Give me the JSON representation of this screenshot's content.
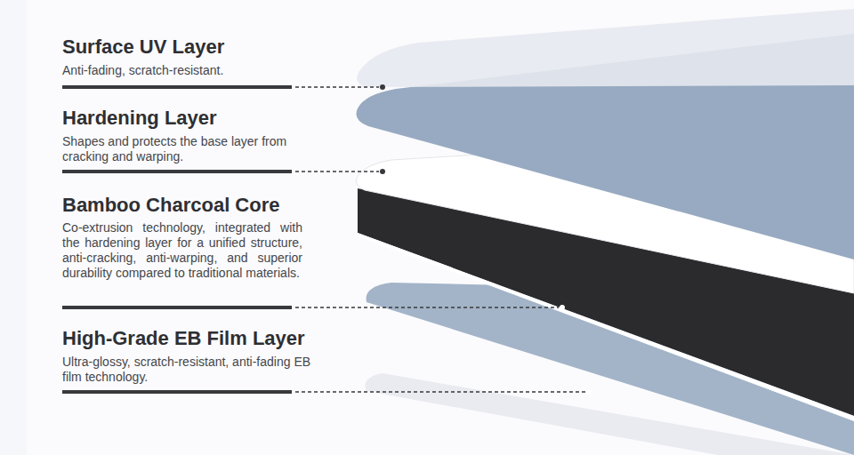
{
  "diagram": {
    "labels": [
      "Surface UV Layer",
      "Anti-fading, scratch-resistant.",
      "Hardening Layer",
      "Shapes and protects the base layer from cracking and warping.",
      "Bamboo Charcoal Core",
      "Co-extrusion technology, integrated with the hardening layer for a unified structure, anti-cracking, anti-warping, and superior durability compared to traditional materials.",
      "High-Grade EB Film Layer",
      "Ultra-glossy, scratch-resistant, anti-fading EB film technology."
    ]
  }
}
